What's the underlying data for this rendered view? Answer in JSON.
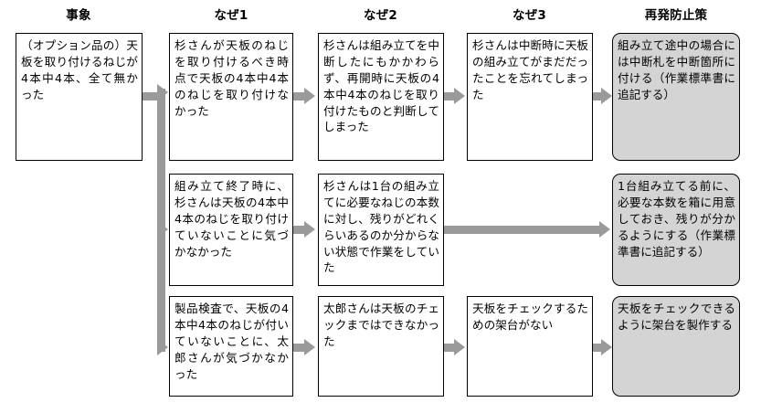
{
  "diagram": {
    "title_columns": [
      {
        "id": "phenomenon",
        "label": "事象"
      },
      {
        "id": "why1",
        "label": "なぜ1"
      },
      {
        "id": "why2",
        "label": "なぜ2"
      },
      {
        "id": "why3",
        "label": "なぜ3"
      },
      {
        "id": "countermeasure",
        "label": "再発防止策"
      }
    ],
    "colors": {
      "arrow": "#9a9a9a",
      "box_border": "#000000",
      "box_fill": "#ffffff",
      "countermeasure_fill": "#d4d4d4",
      "text": "#000000",
      "background": "#ffffff"
    },
    "rows": [
      {
        "id": "row-1",
        "phenomenon": "（オプション品の）天板を取り付けるねじが4本中4本、全て無かった",
        "why1": "杉さんが天板のねじを取り付けるべき時点で天板の4本中4本のねじを取り付けなかった",
        "why2": "杉さんは組み立てを中断したにもかかわらず、再開時に天板の4本中4本のねじを取り付けたものと判断してしまった",
        "why3": "杉さんは中断時に天板の組み立てがまだだったことを忘れてしまった",
        "countermeasure": "組み立て途中の場合には中断札を中断箇所に付ける（作業標準書に追記する）"
      },
      {
        "id": "row-2",
        "phenomenon": "",
        "why1": "組み立て終了時に、杉さんは天板の4本中4本のねじを取り付けていないことに気づかなかった",
        "why2": "杉さんは1台の組み立てに必要なねじの本数に対し、残りがどれくらいあるのか分からない状態で作業をしていた",
        "why3": "",
        "countermeasure": "1台組み立てる前に、必要な本数を箱に用意しておき、残りが分かるようにする（作業標準書に追記する）"
      },
      {
        "id": "row-3",
        "phenomenon": "",
        "why1": "製品検査で、天板の4本中4本のねじが付いていないことに、太郎さんが気づかなかった",
        "why2": "太郎さんは天板のチェックまではできなかった",
        "why3": "天板をチェックするための架台がない",
        "countermeasure": "天板をチェックできるように架台を製作する"
      }
    ]
  }
}
